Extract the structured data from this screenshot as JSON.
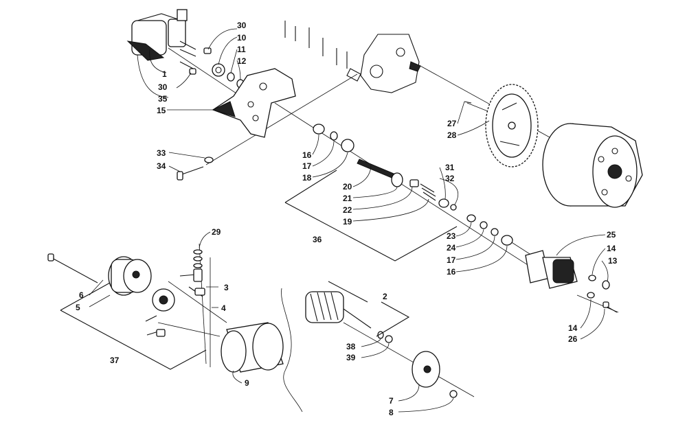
{
  "labels": {
    "l1": "1",
    "l2": "2",
    "l3": "3",
    "l4": "4",
    "l5": "5",
    "l6": "6",
    "l7": "7",
    "l8": "8",
    "l9": "9",
    "l10": "10",
    "l11": "11",
    "l12": "12",
    "l13": "13",
    "l14a": "14",
    "l14b": "14",
    "l15": "15",
    "l16a": "16",
    "l16b": "16",
    "l17a": "17",
    "l17b": "17",
    "l18": "18",
    "l19": "19",
    "l20": "20",
    "l21": "21",
    "l22": "22",
    "l23": "23",
    "l24": "24",
    "l25": "25",
    "l26": "26",
    "l27": "27",
    "l28": "28",
    "l29": "29",
    "l30a": "30",
    "l30b": "30",
    "l31": "31",
    "l32": "32",
    "l33": "33",
    "l34": "34",
    "l35": "35",
    "l36": "36",
    "l37": "37",
    "l38": "38",
    "l39": "39"
  }
}
